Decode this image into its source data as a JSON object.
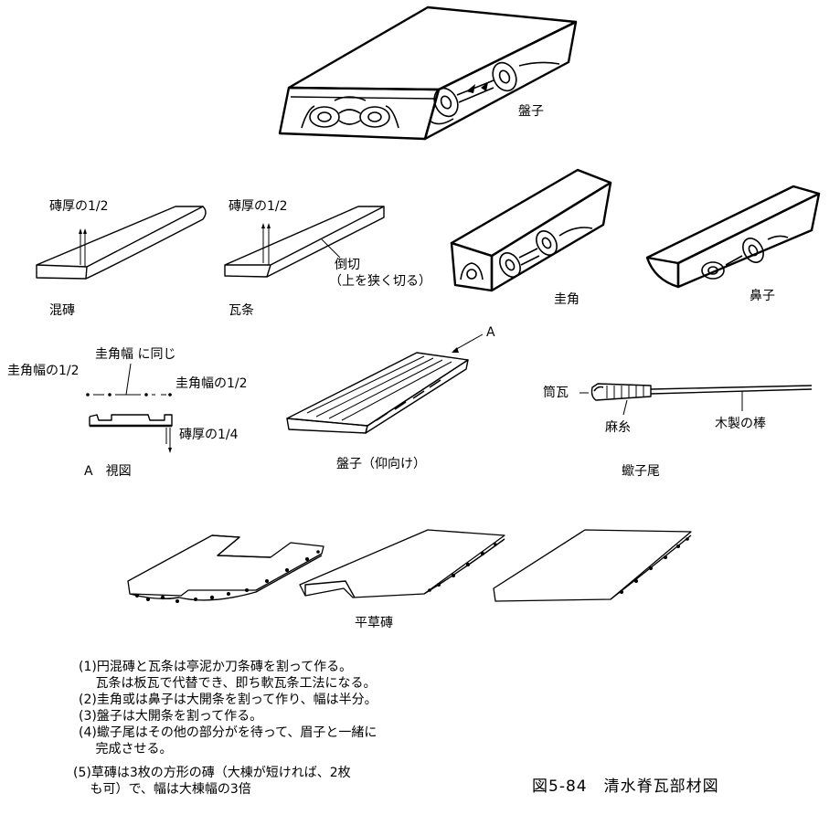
{
  "figure": {
    "caption": "図5-84　清水脊瓦部材図",
    "labels": {
      "panzi": "盤子",
      "brick_half_1": "磚厚の1/2",
      "brick_half_2": "磚厚の1/2",
      "bevel": "倒切",
      "bevel_note": "（上を狭く切る）",
      "hunzhuan": "混磚",
      "wajou": "瓦条",
      "keikaku": "圭角",
      "hanako": "鼻子",
      "keikaku_width_same": "圭角幅 に同じ",
      "keikaku_width_half_left": "圭角幅の1/2",
      "keikaku_width_half_right": "圭角幅の1/2",
      "brick_quarter": "磚厚の1/4",
      "view_a": "A　視図",
      "arrow_a": "A",
      "panzi_up": "盤子（仰向け）",
      "tsutsugawara": "筒瓦",
      "asaito": "麻糸",
      "wooden_rod": "木製の棒",
      "rashibi": "蠍子尾",
      "hirakusazen": "平草磚"
    },
    "notes": [
      "(1)円混磚と瓦条は亭泥か刀条磚を割って作る。",
      "　  瓦条は板瓦で代替でき、即ち軟瓦条工法になる。",
      "(2)圭角或は鼻子は大開条を割って作り、幅は半分。",
      "(3)盤子は大開条を割って作る。",
      "(4)蠍子尾はその他の部分がを待って、眉子と一緒に",
      "　  完成させる。",
      "(5)草磚は3枚の方形の磚（大棟が短ければ、2枚",
      "　  も可）で、幅は大棟幅の3倍"
    ]
  }
}
